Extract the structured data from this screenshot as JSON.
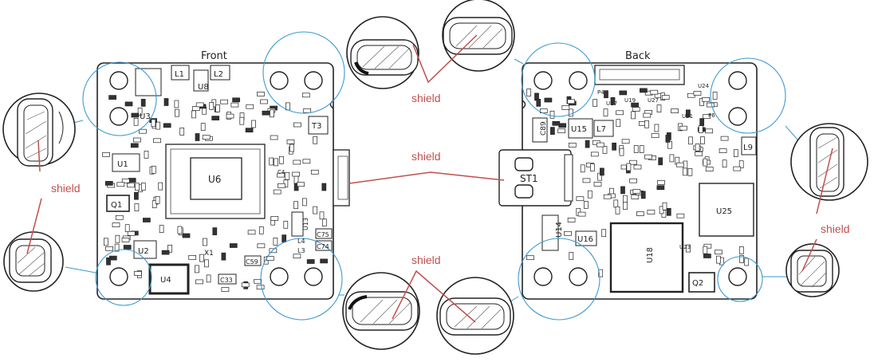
{
  "colors": {
    "outline": "#222222",
    "zoom_ring": "#3d9ad1",
    "leader": "#c0504d",
    "label_text": "#c0504d",
    "board_fill": "#ffffff"
  },
  "views": {
    "front": "Front",
    "back": "Back"
  },
  "callouts": {
    "shield": "shield"
  },
  "front_components": {
    "u3": "U3",
    "u8": "U8",
    "l1": "L1",
    "l2": "L2",
    "u1": "U1",
    "u6": "U6",
    "q1": "Q1",
    "u2": "U2",
    "u4": "U4",
    "t3": "T3",
    "u13": "U13",
    "c75": "C75",
    "c74": "C74",
    "l3": "L3",
    "l4": "L4",
    "c33": "C33",
    "c59": "C59",
    "x1": "X1",
    "c4": "C4"
  },
  "back_components": {
    "st1": "ST1",
    "u15": "U15",
    "l7": "L7",
    "c89": "C89",
    "u14": "U14",
    "u16": "U16",
    "u18": "U18",
    "u25": "U25",
    "q2": "Q2",
    "l9": "L9",
    "u17": "U17",
    "u19": "U19",
    "u27": "U27",
    "u21": "U21",
    "u24": "U24",
    "u23": "U23",
    "p4": "P4",
    "p6": "P6"
  }
}
